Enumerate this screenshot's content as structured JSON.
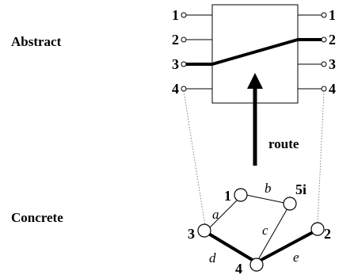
{
  "labels": {
    "abstract": "Abstract",
    "concrete": "Concrete",
    "route": "route"
  },
  "left_ports": [
    "1",
    "2",
    "3",
    "4"
  ],
  "right_ports": [
    "1",
    "2",
    "3",
    "4"
  ],
  "nodes": {
    "n1": "1",
    "n5i": "5i",
    "n3": "3",
    "n4": "4",
    "n2": "2"
  },
  "edges": {
    "a": "a",
    "b": "b",
    "c": "c",
    "d": "d",
    "e": "e"
  },
  "route_highlight": {
    "abstract": {
      "from_port": "3",
      "to_port": "2"
    },
    "concrete_path": [
      "3",
      "4",
      "2"
    ]
  }
}
